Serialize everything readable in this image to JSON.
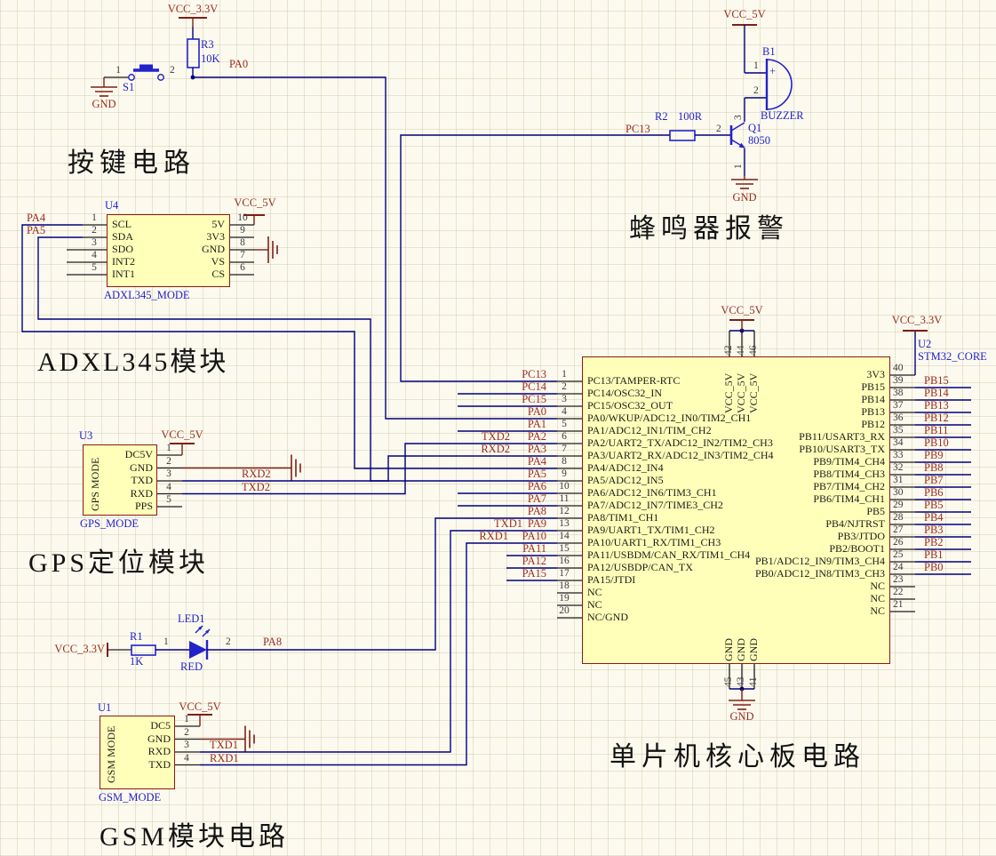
{
  "colors": {
    "wire": "#00007D",
    "pin": "#1C1C1C",
    "net": "#9B2B1E",
    "maroon": "#7E1F16",
    "accent_blue": "#2323CB",
    "part_fill": "#FFFFB9",
    "part_border": "#8A1B12"
  },
  "button": {
    "title": "按键电路",
    "power": "VCC_3.3V",
    "gnd": "GND",
    "net": "PA0",
    "resistor": {
      "ref": "R3",
      "value": "10K"
    },
    "switch": {
      "ref": "S1",
      "pin1": "1",
      "pin2": "2"
    }
  },
  "adxl": {
    "title": "ADXL345模块",
    "ref": "U4",
    "part": "ADXL345_MODE",
    "power": "VCC_5V",
    "left_pins": [
      {
        "num": "1",
        "name": "SCL",
        "net": "PA4"
      },
      {
        "num": "2",
        "name": "SDA",
        "net": "PA5"
      },
      {
        "num": "3",
        "name": "SDO"
      },
      {
        "num": "4",
        "name": "INT2"
      },
      {
        "num": "5",
        "name": "INT1"
      }
    ],
    "right_pins": [
      {
        "num": "10",
        "name": "5V"
      },
      {
        "num": "9",
        "name": "3V3"
      },
      {
        "num": "8",
        "name": "GND"
      },
      {
        "num": "7",
        "name": "VS"
      },
      {
        "num": "6",
        "name": "CS"
      }
    ]
  },
  "gps": {
    "title": "GPS定位模块",
    "ref": "U3",
    "part": "GPS_MODE",
    "power": "VCC_5V",
    "vertical_label": "GPS MODE",
    "pins": [
      {
        "num": "1",
        "name": "DC5V"
      },
      {
        "num": "2",
        "name": "GND"
      },
      {
        "num": "3",
        "name": "TXD",
        "net": "RXD2"
      },
      {
        "num": "4",
        "name": "RXD",
        "net": "TXD2"
      },
      {
        "num": "5",
        "name": "PPS"
      }
    ]
  },
  "led": {
    "power": "VCC_3.3V",
    "resistor": {
      "ref": "R1",
      "value": "1K"
    },
    "ref": "LED1",
    "color_label": "RED",
    "pin1": "1",
    "pin2": "2",
    "net": "PA8"
  },
  "gsm": {
    "title": "GSM模块电路",
    "ref": "U1",
    "part": "GSM_MODE",
    "power": "VCC_5V",
    "vertical_label": "GSM MODE",
    "pins": [
      {
        "num": "1",
        "name": "DC5"
      },
      {
        "num": "2",
        "name": "GND"
      },
      {
        "num": "3",
        "name": "RXD",
        "net": "TXD1"
      },
      {
        "num": "4",
        "name": "TXD",
        "net": "RXD1"
      }
    ]
  },
  "buzzer": {
    "title": "蜂鸣器报警",
    "power": "VCC_5V",
    "gnd": "GND",
    "net": "PC13",
    "buzzer": {
      "ref": "B1",
      "name": "BUZZER",
      "plus": "+",
      "pin1": "1",
      "pin2": "2"
    },
    "transistor": {
      "ref": "Q1",
      "value": "8050",
      "base_pin": "2",
      "collector_pin": "3",
      "emitter_pin": "1"
    },
    "resistor": {
      "ref": "R2",
      "value": "100R"
    }
  },
  "mcu": {
    "title": "单片机核心板电路",
    "ref": "U2",
    "part": "STM32_CORE",
    "power_top": "VCC_5V",
    "power_right": "VCC_3.3V",
    "gnd": "GND",
    "top_pins": [
      {
        "num": "42",
        "name": "VCC_5V"
      },
      {
        "num": "44",
        "name": "VCC_5V"
      },
      {
        "num": "46",
        "name": "VCC_5V"
      }
    ],
    "bottom_pins": [
      {
        "num": "45",
        "name": "GND"
      },
      {
        "num": "43",
        "name": "GND"
      },
      {
        "num": "41",
        "name": "GND"
      }
    ],
    "left_pins": [
      {
        "num": "1",
        "name": "PC13/TAMPER-RTC",
        "net": "PC13"
      },
      {
        "num": "2",
        "name": "PC14/OSC32_IN",
        "net": "PC14"
      },
      {
        "num": "3",
        "name": "PC15/OSC32_OUT",
        "net": "PC15"
      },
      {
        "num": "4",
        "name": "PA0/WKUP/ADC12_IN0/TIM2_CH1",
        "net": "PA0"
      },
      {
        "num": "5",
        "name": "PA1/ADC12_IN1/TIM_CH2",
        "net": "PA1"
      },
      {
        "num": "6",
        "name": "PA2/UART2_TX/ADC12_IN2/TIM2_CH3",
        "net": "PA2",
        "extra": "TXD2"
      },
      {
        "num": "7",
        "name": "PA3/UART2_RX/ADC12_IN3/TIM2_CH4",
        "net": "PA3",
        "extra": "RXD2"
      },
      {
        "num": "8",
        "name": "PA4/ADC12_IN4",
        "net": "PA4"
      },
      {
        "num": "9",
        "name": "PA5/ADC12_IN5",
        "net": "PA5"
      },
      {
        "num": "10",
        "name": "PA6/ADC12_IN6/TIM3_CH1",
        "net": "PA6"
      },
      {
        "num": "11",
        "name": "PA7/ADC12_IN7/TIME3_CH2",
        "net": "PA7"
      },
      {
        "num": "12",
        "name": "PA8/TIM1_CH1",
        "net": "PA8"
      },
      {
        "num": "13",
        "name": "PA9/UART1_TX/TIM1_CH2",
        "net": "PA9",
        "extra": "TXD1"
      },
      {
        "num": "14",
        "name": "PA10/UART1_RX/TIM1_CH3",
        "net": "PA10",
        "extra": "RXD1"
      },
      {
        "num": "15",
        "name": "PA11/USBDM/CAN_RX/TIM1_CH4",
        "net": "PA11"
      },
      {
        "num": "16",
        "name": "PA12/USBDP/CAN_TX",
        "net": "PA12"
      },
      {
        "num": "17",
        "name": "PA15/JTDI",
        "net": "PA15"
      },
      {
        "num": "18",
        "name": "NC"
      },
      {
        "num": "19",
        "name": "NC"
      },
      {
        "num": "20",
        "name": "NC/GND"
      }
    ],
    "right_pins": [
      {
        "num": "40",
        "name": "3V3"
      },
      {
        "num": "39",
        "name": "PB15",
        "net": "PB15"
      },
      {
        "num": "38",
        "name": "PB14",
        "net": "PB14"
      },
      {
        "num": "37",
        "name": "PB13",
        "net": "PB13"
      },
      {
        "num": "36",
        "name": "PB12",
        "net": "PB12"
      },
      {
        "num": "35",
        "name": "PB11/USART3_RX",
        "net": "PB11"
      },
      {
        "num": "34",
        "name": "PB10/USART3_TX",
        "net": "PB10"
      },
      {
        "num": "33",
        "name": "PB9/TIM4_CH4",
        "net": "PB9"
      },
      {
        "num": "32",
        "name": "PB8/TIM4_CH3",
        "net": "PB8"
      },
      {
        "num": "31",
        "name": "PB7/TIM4_CH2",
        "net": "PB7"
      },
      {
        "num": "30",
        "name": "PB6/TIM4_CH1",
        "net": "PB6"
      },
      {
        "num": "29",
        "name": "PB5",
        "net": "PB5"
      },
      {
        "num": "28",
        "name": "PB4/NJTRST",
        "net": "PB4"
      },
      {
        "num": "27",
        "name": "PB3/JTDO",
        "net": "PB3"
      },
      {
        "num": "26",
        "name": "PB2/BOOT1",
        "net": "PB2"
      },
      {
        "num": "25",
        "name": "PB1/ADC12_IN9/TIM3_CH4",
        "net": "PB1"
      },
      {
        "num": "24",
        "name": "PB0/ADC12_IN8/TIM3_CH3",
        "net": "PB0"
      },
      {
        "num": "23",
        "name": "NC"
      },
      {
        "num": "22",
        "name": "NC"
      },
      {
        "num": "21",
        "name": "NC"
      }
    ]
  }
}
